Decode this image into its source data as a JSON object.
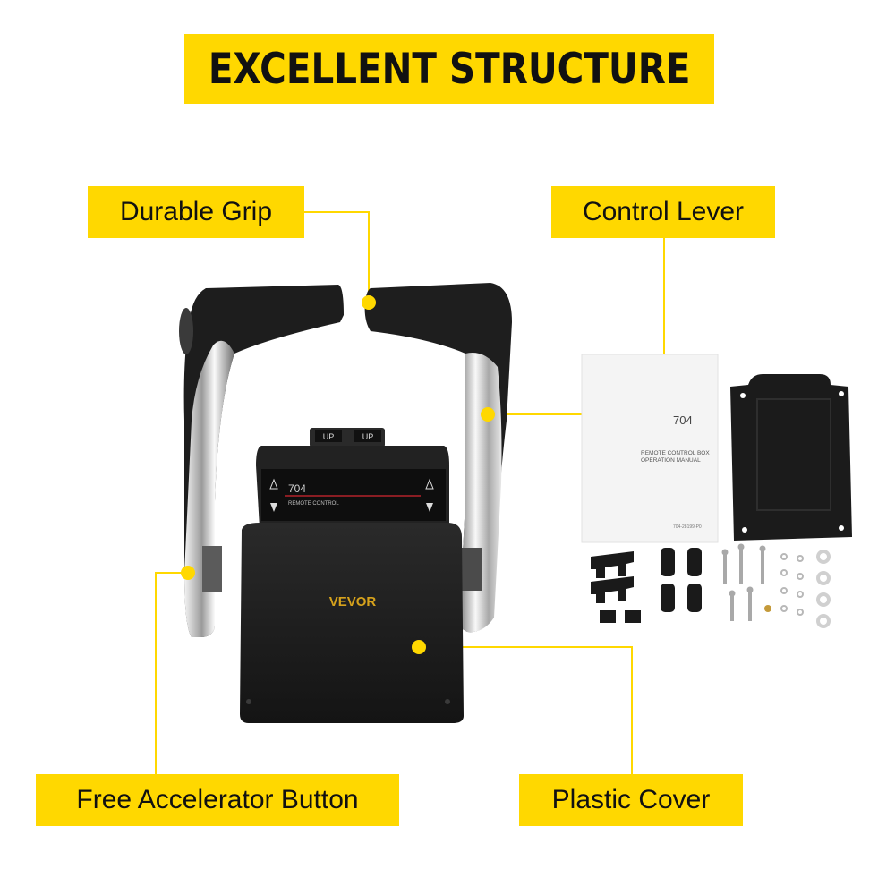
{
  "title": "EXCELLENT STRUCTURE",
  "labels": {
    "durable_grip": "Durable Grip",
    "control_lever": "Control Lever",
    "free_accelerator_button": "Free Accelerator Button",
    "plastic_cover": "Plastic Cover"
  },
  "product": {
    "brand": "VEVOR",
    "model": "704",
    "panel_caption": "REMOTE CONTROL",
    "switch_left": "UP",
    "switch_right": "UP"
  },
  "manual": {
    "model": "704",
    "line1": "REMOTE CONTROL BOX",
    "line2": "OPERATION MANUAL",
    "part_number": "704-28199-P0"
  },
  "colors": {
    "accent": "#ffd800",
    "text": "#111111",
    "product_body": "#1c1c1c",
    "chrome": "#c9c9c9"
  }
}
